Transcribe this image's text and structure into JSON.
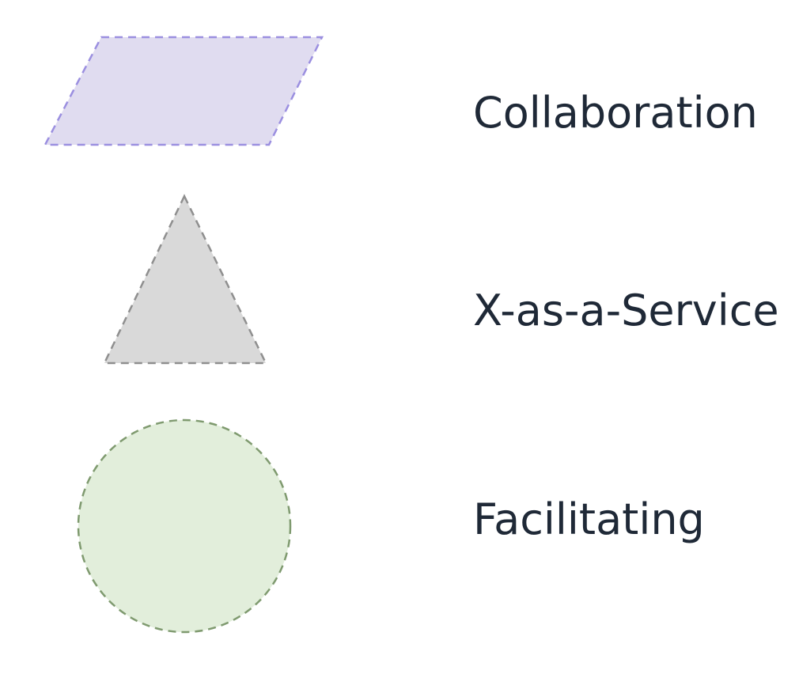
{
  "legend": {
    "items": [
      {
        "label": "Collaboration",
        "shape": "parallelogram",
        "fill": "#e0dcf0",
        "stroke": "#9b8fe0"
      },
      {
        "label": "X-as-a-Service",
        "shape": "triangle",
        "fill": "#d9d9d9",
        "stroke": "#8f8f8f"
      },
      {
        "label": "Facilitating",
        "shape": "circle",
        "fill": "#e2eedb",
        "stroke": "#7f9a6f"
      }
    ]
  }
}
